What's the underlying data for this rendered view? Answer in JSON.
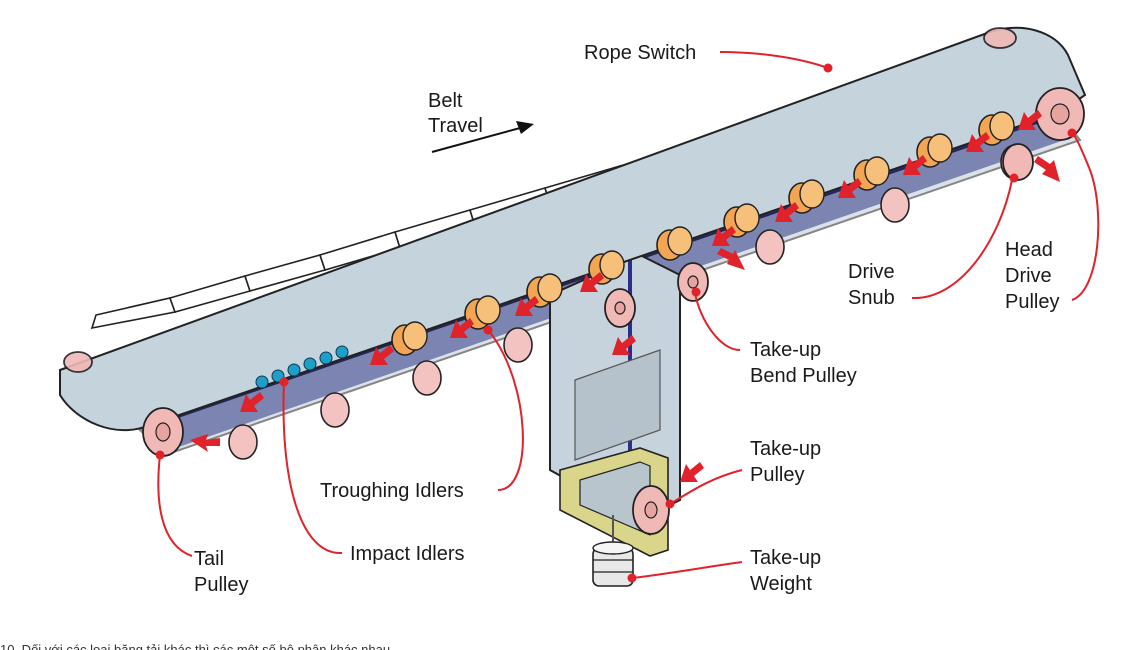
{
  "labels": {
    "rope_switch": "Rope Switch",
    "belt_travel_1": "Belt",
    "belt_travel_2": "Travel",
    "head_drive_1": "Head",
    "head_drive_2": "Drive",
    "head_drive_3": "Pulley",
    "drive_snub_1": "Drive",
    "drive_snub_2": "Snub",
    "takeup_bend_1": "Take-up",
    "takeup_bend_2": "Bend Pulley",
    "takeup_pulley_1": "Take-up",
    "takeup_pulley_2": "Pulley",
    "takeup_weight_1": "Take-up",
    "takeup_weight_2": "Weight",
    "troughing_idlers": "Troughing Idlers",
    "impact_idlers": "Impact Idlers",
    "tail_pulley_1": "Tail",
    "tail_pulley_2": "Pulley"
  },
  "caption": "10. Dối với các loại băng tải khác thì các một số bộ phận khác nhau",
  "colors": {
    "leader": "#e0222a",
    "belt": "#c5d3dd",
    "belt_underside": "#2a2f8a",
    "troughing_idler": "#f2a552",
    "return_idler": "#f3c3c1",
    "impact_idler": "#1e9fc9",
    "takeup_frame": "#d9d58a"
  }
}
